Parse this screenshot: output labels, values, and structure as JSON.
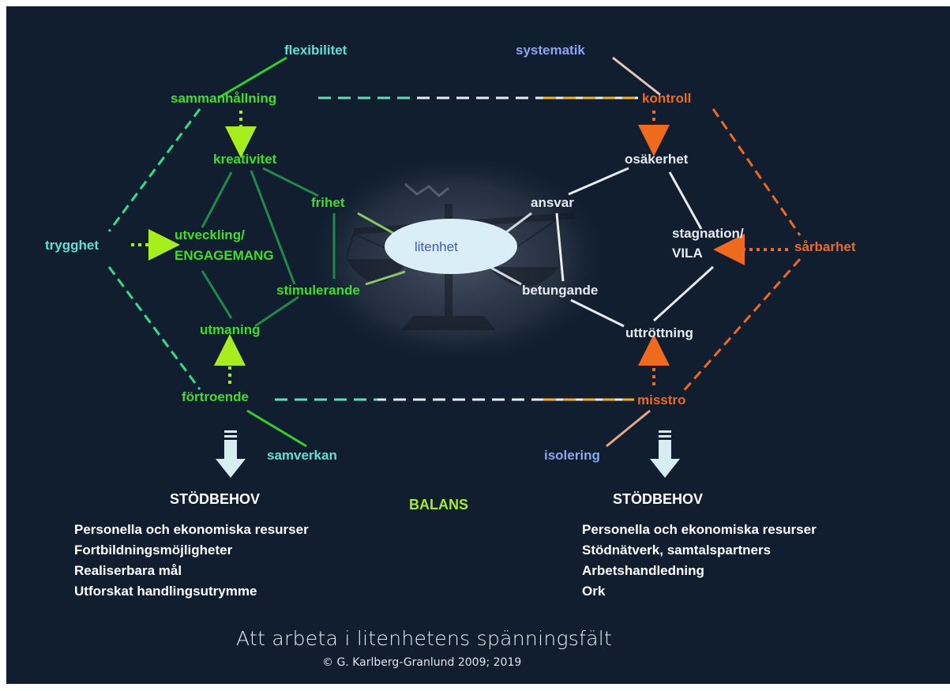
{
  "colors": {
    "background": "#101e2f",
    "green": "#3ddf2a",
    "cyan": "#5ee0d6",
    "orange": "#f06a1e",
    "white": "#e8ecf2",
    "blue": "#8aa6ee",
    "lime": "#b3f020"
  },
  "nodes": {
    "flexibilitet": "flexibilitet",
    "systematik": "systematik",
    "sammanhallning": "sammanhållning",
    "kontroll": "kontroll",
    "kreativitet": "kreativitet",
    "osakerhet": "osäkerhet",
    "frihet": "frihet",
    "ansvar": "ansvar",
    "trygghet": "trygghet",
    "utveckling": "utveckling/",
    "engagemang": "ENGAGEMANG",
    "litenhet": "litenhet",
    "stagnation": "stagnation/",
    "vila": "VILA",
    "sarbarhet": "sårbarhet",
    "stimulerande": "stimulerande",
    "betungande": "betungande",
    "utmaning": "utmaning",
    "uttrottning": "uttröttning",
    "fortroende": "förtroende",
    "misstro": "misstro",
    "samverkan": "samverkan",
    "isolering": "isolering"
  },
  "left_support": {
    "heading": "STÖDBEHOV",
    "items": [
      "Personella och ekonomiska resurser",
      "Fortbildningsmöjligheter",
      "Realiserbara mål",
      "Utforskat handlingsutrymme"
    ]
  },
  "right_support": {
    "heading": "STÖDBEHOV",
    "items": [
      "Personella och ekonomiska resurser",
      "Stödnätverk, samtalspartners",
      "Arbetshandledning",
      "Ork"
    ]
  },
  "balans": "BALANS",
  "title": "Att arbeta i litenhetens spänningsfält",
  "copyright": "© G. Karlberg-Granlund 2009; 2019"
}
